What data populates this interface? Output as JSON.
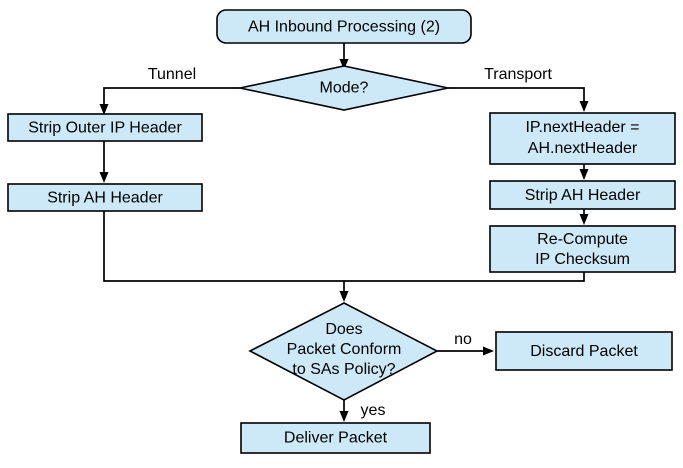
{
  "diagram": {
    "title": "AH Inbound Processing (2)",
    "colors": {
      "node_fill": "#cde9f7",
      "node_stroke": "#000000",
      "edge_stroke": "#000000",
      "background": "#ffffff",
      "text": "#000000"
    },
    "nodes": {
      "start": {
        "id": "ah-inbound-processing",
        "shape": "rounded-rectangle",
        "label": "AH Inbound Processing (2)"
      },
      "mode_decision": {
        "id": "mode-decision",
        "shape": "diamond",
        "label": "Mode?"
      },
      "strip_outer_ip_header": {
        "id": "strip-outer-ip-header",
        "shape": "rectangle",
        "label": "Strip Outer IP Header"
      },
      "strip_ah_header_tunnel": {
        "id": "strip-ah-header-tunnel",
        "shape": "rectangle",
        "label": "Strip AH Header"
      },
      "ip_next_header": {
        "id": "ip-next-header-assign",
        "shape": "rectangle",
        "label_line1": "IP.nextHeader =",
        "label_line2": "AH.nextHeader"
      },
      "strip_ah_header_transport": {
        "id": "strip-ah-header-transport",
        "shape": "rectangle",
        "label": "Strip AH Header"
      },
      "recompute_checksum": {
        "id": "recompute-ip-checksum",
        "shape": "rectangle",
        "label_line1": "Re-Compute",
        "label_line2": "IP Checksum"
      },
      "policy_decision": {
        "id": "policy-conformance-decision",
        "shape": "diamond",
        "label_line1": "Does",
        "label_line2": "Packet Conform",
        "label_line3": "to SAs Policy?"
      },
      "discard_packet": {
        "id": "discard-packet",
        "shape": "rectangle",
        "label": "Discard Packet"
      },
      "deliver_packet": {
        "id": "deliver-packet",
        "shape": "rectangle",
        "label": "Deliver Packet"
      }
    },
    "edge_labels": {
      "tunnel": "Tunnel",
      "transport": "Transport",
      "no": "no",
      "yes": "yes"
    }
  }
}
